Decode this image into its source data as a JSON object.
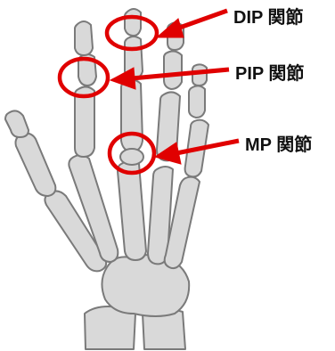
{
  "labels": {
    "dip": "DIP 関節",
    "pip": "PIP 関節",
    "mp": "MP 関節"
  },
  "colors": {
    "bone_fill": "#d9d9d9",
    "bone_outline": "#7a7a7a",
    "highlight": "#e00000",
    "text": "#111111"
  }
}
